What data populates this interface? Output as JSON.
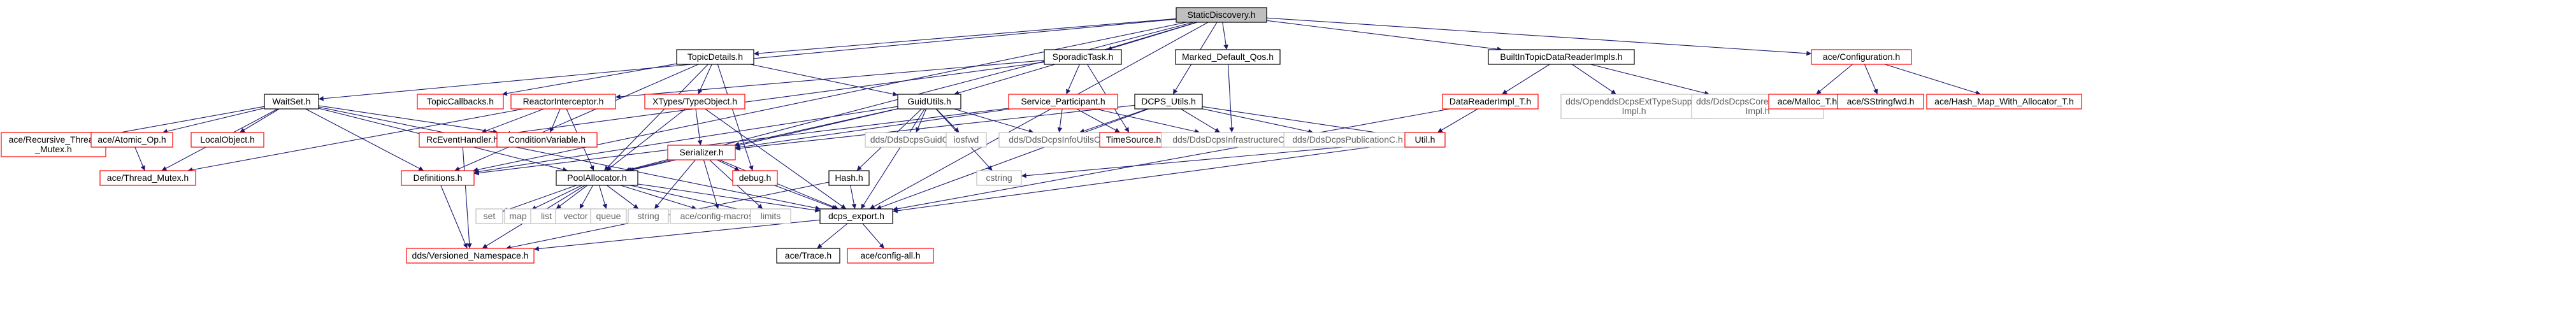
{
  "colors": {
    "edge": "#191970",
    "root_fill": "#bfbfbf",
    "root_stroke": "#000000",
    "doc_stroke": "#000000",
    "nodoc_stroke": "#ff0000",
    "external_stroke": "#bfbfbf",
    "text": "#000000",
    "external_text": "#606060"
  },
  "nodes": [
    {
      "id": "root",
      "label": "StaticDiscovery.h",
      "kind": "root"
    },
    {
      "id": "waitset",
      "label": "WaitSet.h",
      "kind": "doc"
    },
    {
      "id": "topicdetails",
      "label": "TopicDetails.h",
      "kind": "doc"
    },
    {
      "id": "sporadic",
      "label": "SporadicTask.h",
      "kind": "doc"
    },
    {
      "id": "marked",
      "label": "Marked_Default_Qos.h",
      "kind": "doc"
    },
    {
      "id": "builtin",
      "label": "BuiltInTopicDataReaderImpls.h",
      "kind": "doc"
    },
    {
      "id": "aceconfig",
      "label": "ace/Configuration.h",
      "kind": "nodoc"
    },
    {
      "id": "topiccb",
      "label": "TopicCallbacks.h",
      "kind": "nodoc"
    },
    {
      "id": "reactor",
      "label": "ReactorInterceptor.h",
      "kind": "nodoc"
    },
    {
      "id": "xtypes",
      "label": "XTypes/TypeObject.h",
      "kind": "nodoc"
    },
    {
      "id": "guidutils",
      "label": "GuidUtils.h",
      "kind": "doc"
    },
    {
      "id": "service",
      "label": "Service_Participant.h",
      "kind": "nodoc"
    },
    {
      "id": "dcpsutils",
      "label": "DCPS_Utils.h",
      "kind": "doc"
    },
    {
      "id": "datareaderimpl",
      "label": "DataReaderImpl_T.h",
      "kind": "nodoc"
    },
    {
      "id": "opendds_ext",
      "label": [
        "dds/OpenddsDcpsExtTypeSupport",
        "Impl.h"
      ],
      "kind": "external"
    },
    {
      "id": "dds_core",
      "label": [
        "dds/DdsDcpsCoreTypeSupport",
        "Impl.h"
      ],
      "kind": "external"
    },
    {
      "id": "malloc",
      "label": "ace/Malloc_T.h",
      "kind": "nodoc"
    },
    {
      "id": "sstring",
      "label": "ace/SStringfwd.h",
      "kind": "nodoc"
    },
    {
      "id": "hashmap",
      "label": "ace/Hash_Map_With_Allocator_T.h",
      "kind": "nodoc"
    },
    {
      "id": "recmutex",
      "label": [
        "ace/Recursive_Thread",
        "_Mutex.h"
      ],
      "kind": "nodoc"
    },
    {
      "id": "atomic",
      "label": "ace/Atomic_Op.h",
      "kind": "nodoc"
    },
    {
      "id": "localobj",
      "label": "LocalObject.h",
      "kind": "nodoc"
    },
    {
      "id": "rceventhandler",
      "label": "RcEventHandler.h",
      "kind": "nodoc"
    },
    {
      "id": "condvar",
      "label": "ConditionVariable.h",
      "kind": "nodoc"
    },
    {
      "id": "serializer",
      "label": "Serializer.h",
      "kind": "nodoc"
    },
    {
      "id": "guidc",
      "label": "dds/DdsDcpsGuidC.h",
      "kind": "external"
    },
    {
      "id": "iosfwd",
      "label": "iosfwd",
      "kind": "external"
    },
    {
      "id": "infoutils",
      "label": "dds/DdsDcpsInfoUtilsC.h",
      "kind": "external"
    },
    {
      "id": "timesource",
      "label": "TimeSource.h",
      "kind": "nodoc"
    },
    {
      "id": "infrastructure",
      "label": "dds/DdsDcpsInfrastructureC.h",
      "kind": "external"
    },
    {
      "id": "publicationc",
      "label": "dds/DdsDcpsPublicationC.h",
      "kind": "external"
    },
    {
      "id": "util",
      "label": "Util.h",
      "kind": "nodoc"
    },
    {
      "id": "threadmutex",
      "label": "ace/Thread_Mutex.h",
      "kind": "nodoc"
    },
    {
      "id": "definitions",
      "label": "Definitions.h",
      "kind": "nodoc"
    },
    {
      "id": "poolalloc",
      "label": "PoolAllocator.h",
      "kind": "doc"
    },
    {
      "id": "debug",
      "label": "debug.h",
      "kind": "nodoc"
    },
    {
      "id": "hash",
      "label": "Hash.h",
      "kind": "doc"
    },
    {
      "id": "cstring",
      "label": "cstring",
      "kind": "external"
    },
    {
      "id": "set",
      "label": "set",
      "kind": "external"
    },
    {
      "id": "map",
      "label": "map",
      "kind": "external"
    },
    {
      "id": "list",
      "label": "list",
      "kind": "external"
    },
    {
      "id": "vector",
      "label": "vector",
      "kind": "external"
    },
    {
      "id": "queue",
      "label": "queue",
      "kind": "external"
    },
    {
      "id": "string",
      "label": "string",
      "kind": "external"
    },
    {
      "id": "configmacros",
      "label": "ace/config-macros.h",
      "kind": "external"
    },
    {
      "id": "limits",
      "label": "limits",
      "kind": "external"
    },
    {
      "id": "dcpsexport",
      "label": "dcps_export.h",
      "kind": "doc"
    },
    {
      "id": "versioned",
      "label": "dds/Versioned_Namespace.h",
      "kind": "nodoc"
    },
    {
      "id": "acetrace",
      "label": "ace/Trace.h",
      "kind": "doc"
    },
    {
      "id": "configall",
      "label": "ace/config-all.h",
      "kind": "nodoc"
    }
  ],
  "edges": [
    [
      "root",
      "waitset"
    ],
    [
      "root",
      "topicdetails"
    ],
    [
      "root",
      "sporadic"
    ],
    [
      "root",
      "marked"
    ],
    [
      "root",
      "builtin"
    ],
    [
      "root",
      "aceconfig"
    ],
    [
      "root",
      "guidutils"
    ],
    [
      "root",
      "dcpsutils"
    ],
    [
      "root",
      "dcpsexport"
    ],
    [
      "root",
      "poolalloc"
    ],
    [
      "root",
      "definitions"
    ],
    [
      "waitset",
      "recmutex"
    ],
    [
      "waitset",
      "atomic"
    ],
    [
      "waitset",
      "threadmutex"
    ],
    [
      "waitset",
      "localobj"
    ],
    [
      "waitset",
      "condvar"
    ],
    [
      "waitset",
      "definitions"
    ],
    [
      "waitset",
      "poolalloc"
    ],
    [
      "waitset",
      "dcpsexport"
    ],
    [
      "topicdetails",
      "topiccb"
    ],
    [
      "topicdetails",
      "xtypes"
    ],
    [
      "topicdetails",
      "guidutils"
    ],
    [
      "topicdetails",
      "debug"
    ],
    [
      "topicdetails",
      "poolalloc"
    ],
    [
      "topicdetails",
      "definitions"
    ],
    [
      "sporadic",
      "reactor"
    ],
    [
      "sporadic",
      "service"
    ],
    [
      "sporadic",
      "timesource"
    ],
    [
      "sporadic",
      "rceventhandler"
    ],
    [
      "marked",
      "infrastructure"
    ],
    [
      "builtin",
      "datareaderimpl"
    ],
    [
      "builtin",
      "opendds_ext"
    ],
    [
      "builtin",
      "dds_core"
    ],
    [
      "aceconfig",
      "malloc"
    ],
    [
      "aceconfig",
      "sstring"
    ],
    [
      "aceconfig",
      "hashmap"
    ],
    [
      "reactor",
      "rceventhandler"
    ],
    [
      "reactor",
      "condvar"
    ],
    [
      "reactor",
      "poolalloc"
    ],
    [
      "reactor",
      "threadmutex"
    ],
    [
      "xtypes",
      "serializer"
    ],
    [
      "xtypes",
      "poolalloc"
    ],
    [
      "xtypes",
      "dcpsexport"
    ],
    [
      "guidutils",
      "guidc"
    ],
    [
      "guidutils",
      "iosfwd"
    ],
    [
      "guidutils",
      "infoutils"
    ],
    [
      "guidutils",
      "hash"
    ],
    [
      "guidutils",
      "serializer"
    ],
    [
      "guidutils",
      "poolalloc"
    ],
    [
      "guidutils",
      "dcpsexport"
    ],
    [
      "guidutils",
      "cstring"
    ],
    [
      "guidutils",
      "definitions"
    ],
    [
      "service",
      "infoutils"
    ],
    [
      "service",
      "infrastructure"
    ],
    [
      "service",
      "timesource"
    ],
    [
      "service",
      "serializer"
    ],
    [
      "service",
      "definitions"
    ],
    [
      "dcpsutils",
      "infoutils"
    ],
    [
      "dcpsutils",
      "infrastructure"
    ],
    [
      "dcpsutils",
      "publicationc"
    ],
    [
      "dcpsutils",
      "util"
    ],
    [
      "dcpsutils",
      "serializer"
    ],
    [
      "dcpsutils",
      "dcpsexport"
    ],
    [
      "datareaderimpl",
      "util"
    ],
    [
      "datareaderimpl",
      "dcpsexport"
    ],
    [
      "atomic",
      "threadmutex"
    ],
    [
      "rceventhandler",
      "versioned"
    ],
    [
      "serializer",
      "poolalloc"
    ],
    [
      "serializer",
      "debug"
    ],
    [
      "serializer",
      "dcpsexport"
    ],
    [
      "serializer",
      "string"
    ],
    [
      "serializer",
      "configmacros"
    ],
    [
      "serializer",
      "limits"
    ],
    [
      "util",
      "cstring"
    ],
    [
      "util",
      "dcpsexport"
    ],
    [
      "definitions",
      "versioned"
    ],
    [
      "poolalloc",
      "set"
    ],
    [
      "poolalloc",
      "map"
    ],
    [
      "poolalloc",
      "list"
    ],
    [
      "poolalloc",
      "vector"
    ],
    [
      "poolalloc",
      "queue"
    ],
    [
      "poolalloc",
      "string"
    ],
    [
      "poolalloc",
      "configmacros"
    ],
    [
      "poolalloc",
      "limits"
    ],
    [
      "poolalloc",
      "dcpsexport"
    ],
    [
      "poolalloc",
      "versioned"
    ],
    [
      "debug",
      "dcpsexport"
    ],
    [
      "hash",
      "dcpsexport"
    ],
    [
      "hash",
      "versioned"
    ],
    [
      "dcpsexport",
      "versioned"
    ],
    [
      "dcpsexport",
      "acetrace"
    ],
    [
      "dcpsexport",
      "configall"
    ]
  ]
}
